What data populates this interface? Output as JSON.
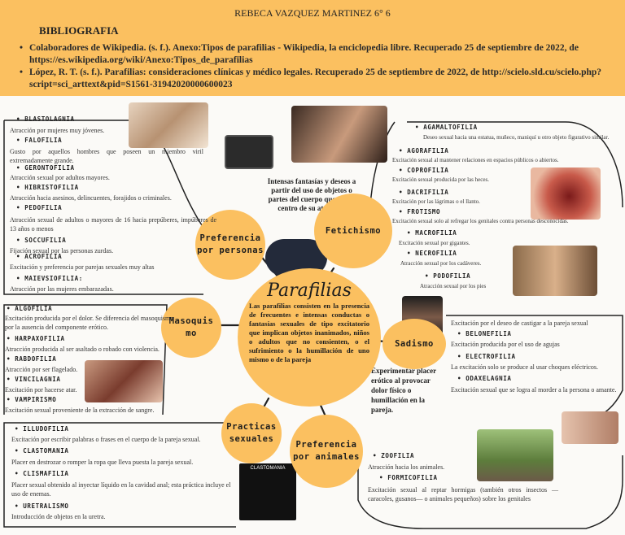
{
  "header": {
    "title": "REBECA VAZQUEZ MARTINEZ 6° 6",
    "bibliography_heading": "BIBLIOGRAFIA",
    "references": [
      "Colaboradores de Wikipedia. (s. f.). Anexo:Tipos de parafilias - Wikipedia, la enciclopedia libre. Recuperado 25 de septiembre de 2022, de https://es.wikipedia.org/wiki/Anexo:Tipos_de_parafilias",
      "López, R. T. (s. f.). Parafilias: consideraciones clínicas y médico legales. Recuperado 25 de septiembre de 2022, de http://scielo.sld.cu/scielo.php?script=sci_arttext&pid=S1561-31942020000600023"
    ]
  },
  "center": {
    "title": "Parafilias",
    "text": "Las parafilias consisten en la presencia de frecuentes e intensas conductas o fantasías sexuales de tipo excitatorio que implican objetos inanimados, niños o adultos que no consienten, o el sufrimiento o la humillación de uno mismo o de la pareja"
  },
  "branches": {
    "preferencia_personas": "Preferencia por personas",
    "fetichismo": "Fetichismo",
    "masoquismo": "Masoquis mo",
    "sadismo": "Sadismo",
    "practicas_sexuales": "Practicas sexuales",
    "preferencia_animales": "Preferencia por animales"
  },
  "fetichismo_note": "Intensas fantasías y deseos a partir del uso de objetos o partes del cuerpo que son el centro de su atención.",
  "sadismo_note": "Experimentar placer erótico al provocar dolor físico o humillación en la pareja.",
  "personas": [
    {
      "term": "Blastolagnia",
      "desc": "Atracción por mujeres muy jóvenes."
    },
    {
      "term": "Falofilia",
      "desc": "Gusto por aquellos hombres que poseen un miembro viril extremadamente grande."
    },
    {
      "term": "Gerontofilia",
      "desc": "Atracción sexual por adultos mayores."
    },
    {
      "term": "Hibristofilia",
      "desc": "Atracción hacia asesinos, delincuentes, forajidos o criminales."
    },
    {
      "term": "Pedofilia",
      "desc": "Atracción sexual de adultos o mayores de 16 hacia prepúberes, impúberes de 13 años o menos"
    },
    {
      "term": "Soccufilia",
      "desc": "Fijación sexual por las personas zurdas."
    },
    {
      "term": "Acrofilia",
      "desc": "Excitación y preferencia por parejas sexuales muy altas"
    },
    {
      "term": "Maievsiofilia:",
      "desc": "Atracción por las mujeres embarazadas."
    }
  ],
  "fetiches": [
    {
      "term": "Agamaltofilia",
      "desc": "Deseo sexual hacia una estatua, muñeco, maniquí u otro objeto figurativo similar."
    },
    {
      "term": "Agorafilia",
      "desc": "Excitación sexual al mantener relaciones en espacios públicos o abiertos."
    },
    {
      "term": "Coprofilia",
      "desc": "Excitación sexual producida por las heces."
    },
    {
      "term": "Dacrifilia",
      "desc": "Excitación por las lágrimas o el llanto."
    },
    {
      "term": "Frotismo",
      "desc": "Excitación sexual solo al refregar los genitales contra personas desconocidas."
    },
    {
      "term": "Macrofilia",
      "desc": "Excitación sexual por gigantes."
    },
    {
      "term": "Necrofilia",
      "desc": "Atracción sexual por los cadáveres."
    },
    {
      "term": "Podofilia",
      "desc": "Atracción sexual por los pies"
    }
  ],
  "masoquismo": [
    {
      "term": "Algofilia",
      "desc": "Excitación producida por el dolor. Se diferencia del masoquismo por la ausencia del componente erótico."
    },
    {
      "term": "Harpaxofilia",
      "desc": "Atracción producida al ser asaltado o robado con violencia."
    },
    {
      "term": "Rabdofilia",
      "desc": "Atracción por ser flagelado."
    },
    {
      "term": "Vincilagnia",
      "desc": "Excitación por hacerse atar."
    },
    {
      "term": "Vampirismo",
      "desc": "Excitación sexual proveniente de la extracción de sangre."
    }
  ],
  "sadismo": {
    "intro": "Excitación por el deseo de castigar a la pareja sexual",
    "items": [
      {
        "term": "Belonefilia",
        "desc": "Excitación producida por el uso de agujas"
      },
      {
        "term": "Electrofilia",
        "desc": "La excitación solo se produce al usar choques eléctricos."
      },
      {
        "term": "Odaxelagnia",
        "desc": "Excitación sexual que se logra al morder a la persona o amante."
      }
    ]
  },
  "practicas": [
    {
      "term": "Illudofilia",
      "desc": "Excitación por escribir palabras o frases en el cuerpo de la pareja sexual."
    },
    {
      "term": "Clastomania",
      "desc": "Placer en destrozar o romper la ropa que lleva puesta la pareja sexual."
    },
    {
      "term": "Clismafilia",
      "desc": "Placer sexual obtenido al inyectar líquido en la cavidad anal; esta práctica incluye el uso de enemas."
    },
    {
      "term": "Uretralismo",
      "desc": "Introducción de objetos en la uretra."
    }
  ],
  "animales": [
    {
      "term": "Zoofilia",
      "desc": "Atracción hacia los animales."
    },
    {
      "term": "Formicofilia",
      "desc": "Excitación sexual al reptar hormigas (también otros insectos — caracoles, gusanos— o animales pequeños) sobre los genitales"
    }
  ],
  "image_caption": "CLASTOMANIA",
  "colors": {
    "accent": "#fbc060",
    "line": "#222222"
  }
}
